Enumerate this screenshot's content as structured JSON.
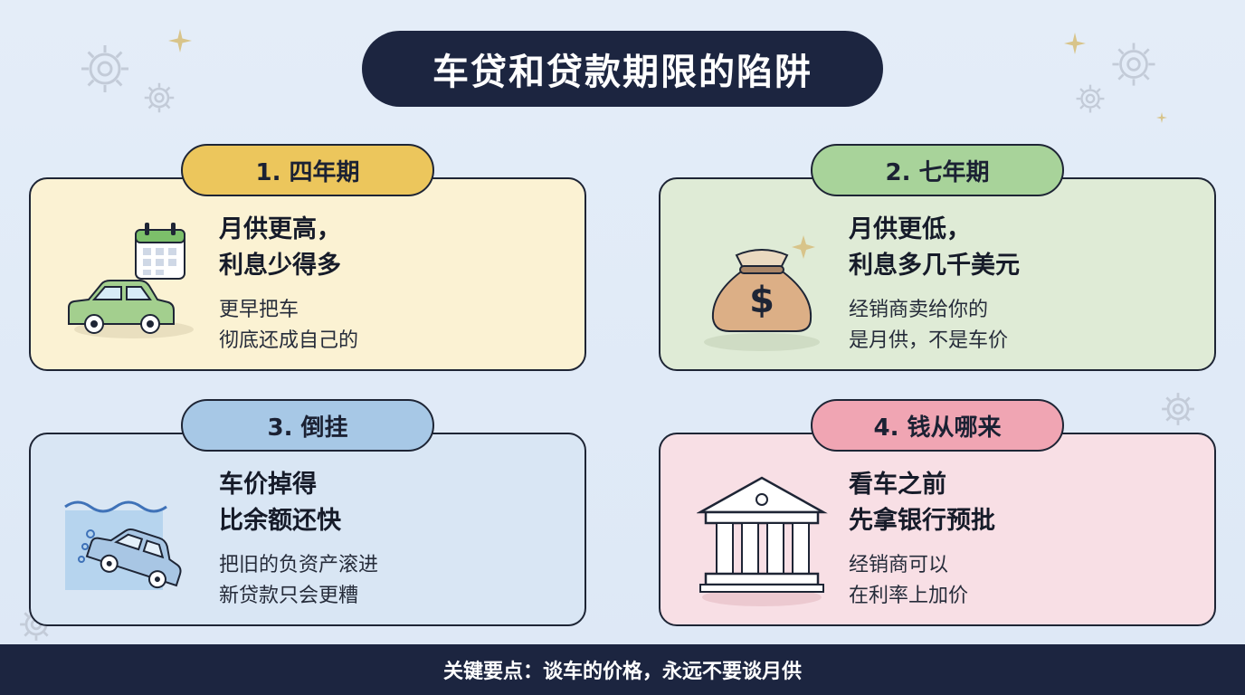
{
  "title": "车贷和贷款期限的陷阱",
  "cards": [
    {
      "tab": "1. 四年期",
      "headline_1": "月供更高，",
      "headline_2": "利息少得多",
      "desc_1": "更早把车",
      "desc_2": "彻底还成自己的",
      "icon": "car-calendar-icon",
      "accent": "#ecc65c"
    },
    {
      "tab": "2. 七年期",
      "headline_1": "月供更低，",
      "headline_2": "利息多几千美元",
      "desc_1": "经销商卖给你的",
      "desc_2": "是月供，不是车价",
      "icon": "money-bag-icon",
      "accent": "#a8d39a"
    },
    {
      "tab": "3. 倒挂",
      "headline_1": "车价掉得",
      "headline_2": "比余额还快",
      "desc_1": "把旧的负资产滚进",
      "desc_2": "新贷款只会更糟",
      "icon": "sinking-car-icon",
      "accent": "#a7c8e6"
    },
    {
      "tab": "4. 钱从哪来",
      "headline_1": "看车之前",
      "headline_2": "先拿银行预批",
      "desc_1": "经销商可以",
      "desc_2": "在利率上加价",
      "icon": "bank-icon",
      "accent": "#f0a5b3"
    }
  ],
  "footer": "关键要点：谈车的价格，永远不要谈月供"
}
